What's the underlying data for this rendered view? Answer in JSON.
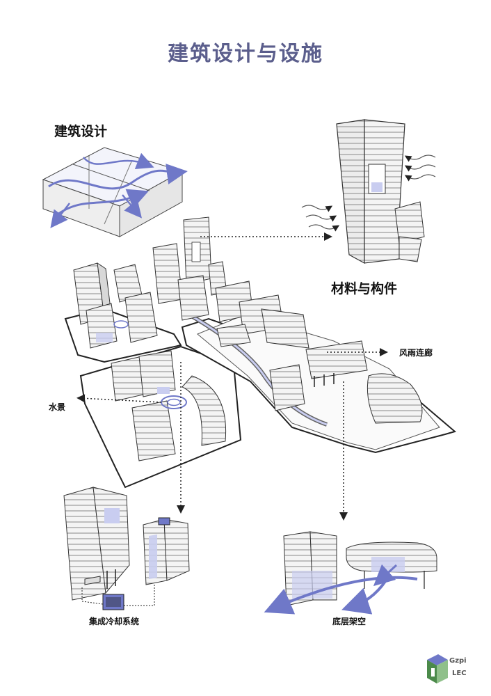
{
  "title": "建筑设计与设施",
  "labels": {
    "architecture": "建筑设计",
    "materials": "材料与构件",
    "corridor": "风雨连廊",
    "water": "水景",
    "cooling": "集成冷却系统",
    "stilts": "底层架空"
  },
  "logo": {
    "line1": "Gzpi",
    "line2": "LEC"
  },
  "colors": {
    "title": "#5b5e8c",
    "accent": "#6f78c8",
    "accent_light": "#c9cdf0",
    "line": "#222222"
  }
}
